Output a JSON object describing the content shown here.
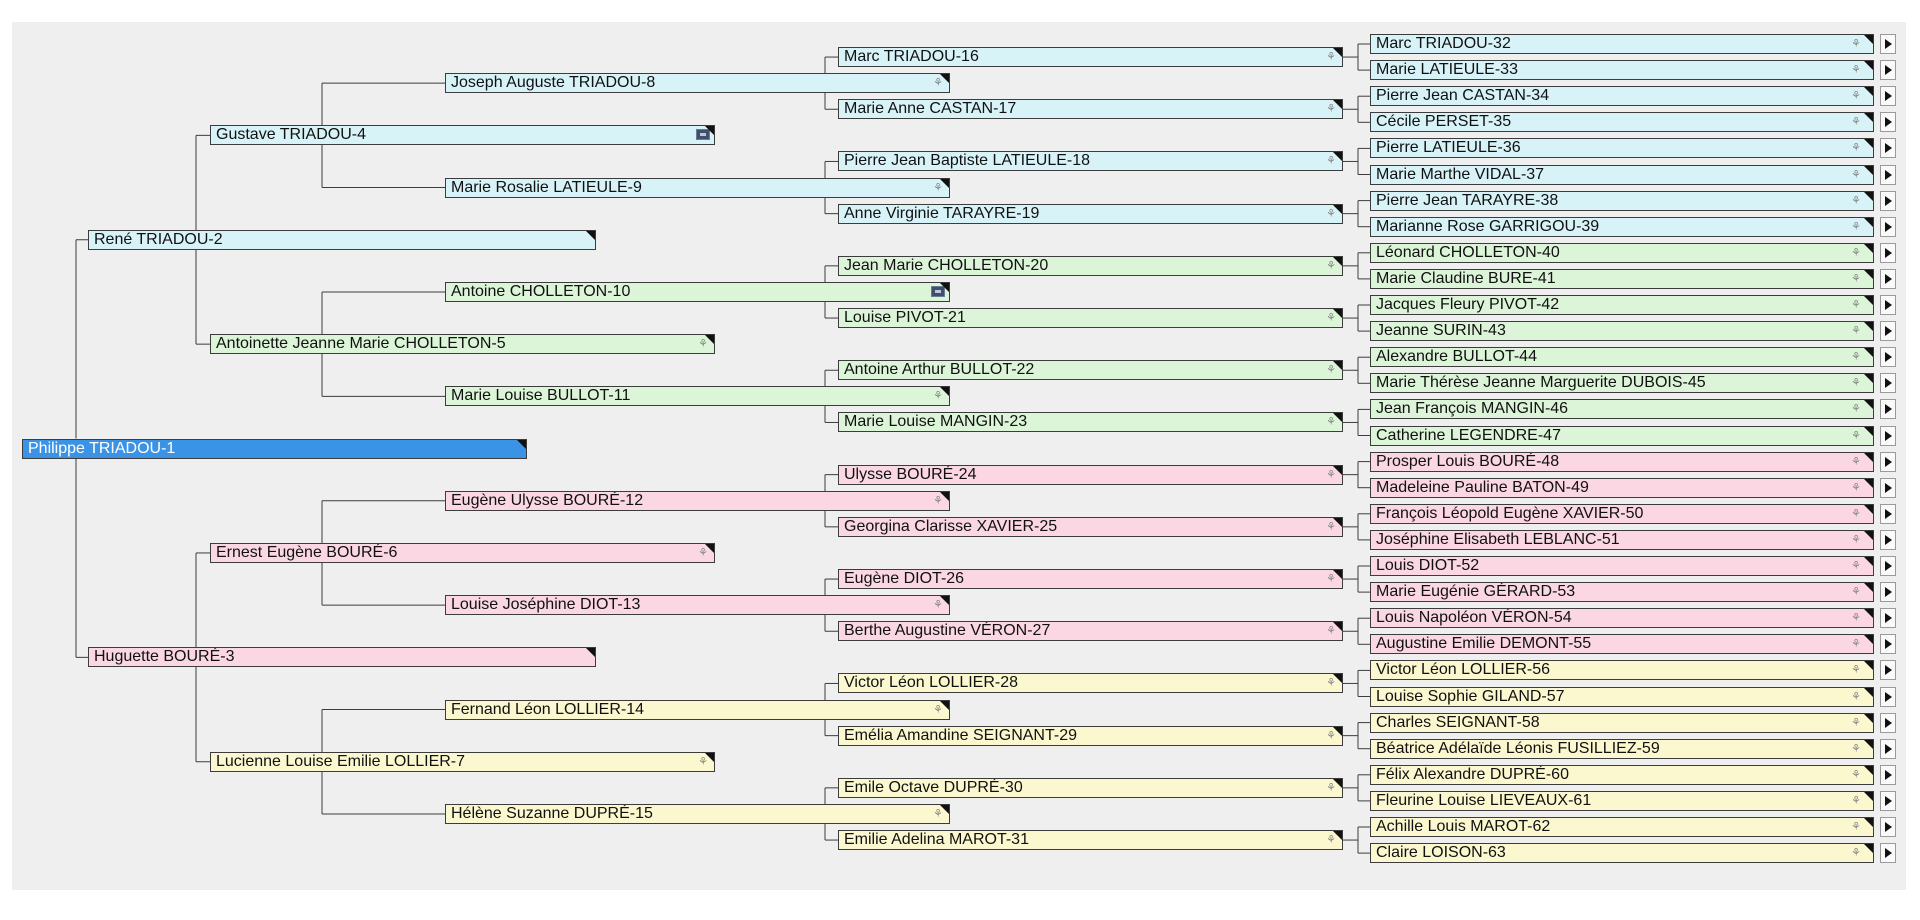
{
  "colors": {
    "paternal_male_line": "#d8f3f8",
    "paternal_female_line": "#dcf5d8",
    "maternal_male_line": "#fad7e2",
    "maternal_female_line": "#fbf8cf",
    "root": "#3b93e5",
    "connector": "#3c3c3c"
  },
  "root": {
    "id": 1,
    "name": "Philippe TRIADOU-1"
  },
  "generation_2": [
    {
      "id": 2,
      "name": "René TRIADOU-2",
      "icon": "none"
    },
    {
      "id": 3,
      "name": "Huguette BOURÉ-3",
      "icon": "none"
    }
  ],
  "generation_3": [
    {
      "id": 4,
      "name": "Gustave TRIADOU-4",
      "icon": "photo-icon"
    },
    {
      "id": 5,
      "name": "Antoinette Jeanne Marie CHOLLETON-5",
      "icon": "tree-icon"
    },
    {
      "id": 6,
      "name": "Ernest Eugène BOURÉ-6",
      "icon": "tree-icon"
    },
    {
      "id": 7,
      "name": "Lucienne Louise Emilie LOLLIER-7",
      "icon": "tree-icon"
    }
  ],
  "generation_4": [
    {
      "id": 8,
      "name": "Joseph Auguste TRIADOU-8",
      "icon": "tree-icon"
    },
    {
      "id": 9,
      "name": "Marie Rosalie LATIEULE-9",
      "icon": "tree-icon"
    },
    {
      "id": 10,
      "name": "Antoine CHOLLETON-10",
      "icon": "photo-icon"
    },
    {
      "id": 11,
      "name": "Marie Louise BULLOT-11",
      "icon": "tree-icon"
    },
    {
      "id": 12,
      "name": "Eugène Ulysse BOURÉ-12",
      "icon": "tree-icon"
    },
    {
      "id": 13,
      "name": "Louise Joséphine DIOT-13",
      "icon": "tree-icon"
    },
    {
      "id": 14,
      "name": "Fernand Léon LOLLIER-14",
      "icon": "tree-icon"
    },
    {
      "id": 15,
      "name": "Hélène Suzanne DUPRÉ-15",
      "icon": "tree-icon"
    }
  ],
  "generation_5": [
    {
      "id": 16,
      "name": "Marc TRIADOU-16",
      "icon": "tree-icon"
    },
    {
      "id": 17,
      "name": "Marie Anne CASTAN-17",
      "icon": "tree-icon"
    },
    {
      "id": 18,
      "name": "Pierre Jean Baptiste LATIEULE-18",
      "icon": "tree-icon"
    },
    {
      "id": 19,
      "name": "Anne Virginie TARAYRE-19",
      "icon": "tree-icon"
    },
    {
      "id": 20,
      "name": "Jean Marie CHOLLETON-20",
      "icon": "tree-icon"
    },
    {
      "id": 21,
      "name": "Louise PIVOT-21",
      "icon": "tree-icon"
    },
    {
      "id": 22,
      "name": "Antoine Arthur BULLOT-22",
      "icon": "tree-icon"
    },
    {
      "id": 23,
      "name": "Marie Louise MANGIN-23",
      "icon": "tree-icon"
    },
    {
      "id": 24,
      "name": "Ulysse BOURÉ-24",
      "icon": "tree-icon"
    },
    {
      "id": 25,
      "name": "Georgina Clarisse XAVIER-25",
      "icon": "tree-icon"
    },
    {
      "id": 26,
      "name": "Eugène DIOT-26",
      "icon": "tree-icon"
    },
    {
      "id": 27,
      "name": "Berthe Augustine VÉRON-27",
      "icon": "tree-icon"
    },
    {
      "id": 28,
      "name": "Victor Léon LOLLIER-28",
      "icon": "tree-icon"
    },
    {
      "id": 29,
      "name": "Emélia Amandine SEIGNANT-29",
      "icon": "tree-icon"
    },
    {
      "id": 30,
      "name": "Emile Octave DUPRÉ-30",
      "icon": "tree-icon"
    },
    {
      "id": 31,
      "name": "Emilie Adelina MAROT-31",
      "icon": "tree-icon"
    }
  ],
  "generation_6": [
    {
      "id": 32,
      "name": "Marc TRIADOU-32"
    },
    {
      "id": 33,
      "name": "Marie LATIEULE-33"
    },
    {
      "id": 34,
      "name": "Pierre Jean CASTAN-34"
    },
    {
      "id": 35,
      "name": "Cécile PERSET-35"
    },
    {
      "id": 36,
      "name": "Pierre LATIEULE-36"
    },
    {
      "id": 37,
      "name": "Marie Marthe VIDAL-37"
    },
    {
      "id": 38,
      "name": "Pierre Jean TARAYRE-38"
    },
    {
      "id": 39,
      "name": "Marianne Rose GARRIGOU-39"
    },
    {
      "id": 40,
      "name": "Léonard CHOLLETON-40"
    },
    {
      "id": 41,
      "name": "Marie Claudine BURE-41"
    },
    {
      "id": 42,
      "name": "Jacques Fleury PIVOT-42"
    },
    {
      "id": 43,
      "name": "Jeanne SURIN-43"
    },
    {
      "id": 44,
      "name": "Alexandre BULLOT-44"
    },
    {
      "id": 45,
      "name": "Marie Thérèse Jeanne Marguerite DUBOIS-45"
    },
    {
      "id": 46,
      "name": "Jean François MANGIN-46"
    },
    {
      "id": 47,
      "name": "Catherine LEGENDRE-47"
    },
    {
      "id": 48,
      "name": "Prosper Louis BOURÉ-48"
    },
    {
      "id": 49,
      "name": "Madeleine Pauline BATON-49"
    },
    {
      "id": 50,
      "name": "François Léopold Eugène XAVIER-50"
    },
    {
      "id": 51,
      "name": "Joséphine Elisabeth LEBLANC-51"
    },
    {
      "id": 52,
      "name": "Louis DIOT-52"
    },
    {
      "id": 53,
      "name": "Marie Eugénie GÉRARD-53"
    },
    {
      "id": 54,
      "name": "Louis Napoléon VÉRON-54"
    },
    {
      "id": 55,
      "name": "Augustine Emilie DEMONT-55"
    },
    {
      "id": 56,
      "name": "Victor Léon LOLLIER-56"
    },
    {
      "id": 57,
      "name": "Louise Sophie GILAND-57"
    },
    {
      "id": 58,
      "name": "Charles SEIGNANT-58"
    },
    {
      "id": 59,
      "name": "Béatrice Adélaïde Léonis FUSILLIEZ-59"
    },
    {
      "id": 60,
      "name": "Félix Alexandre DUPRÉ-60"
    },
    {
      "id": 61,
      "name": "Fleurine Louise LIEVEAUX-61"
    },
    {
      "id": 62,
      "name": "Achille Louis MAROT-62"
    },
    {
      "id": 63,
      "name": "Claire LOISON-63"
    }
  ]
}
